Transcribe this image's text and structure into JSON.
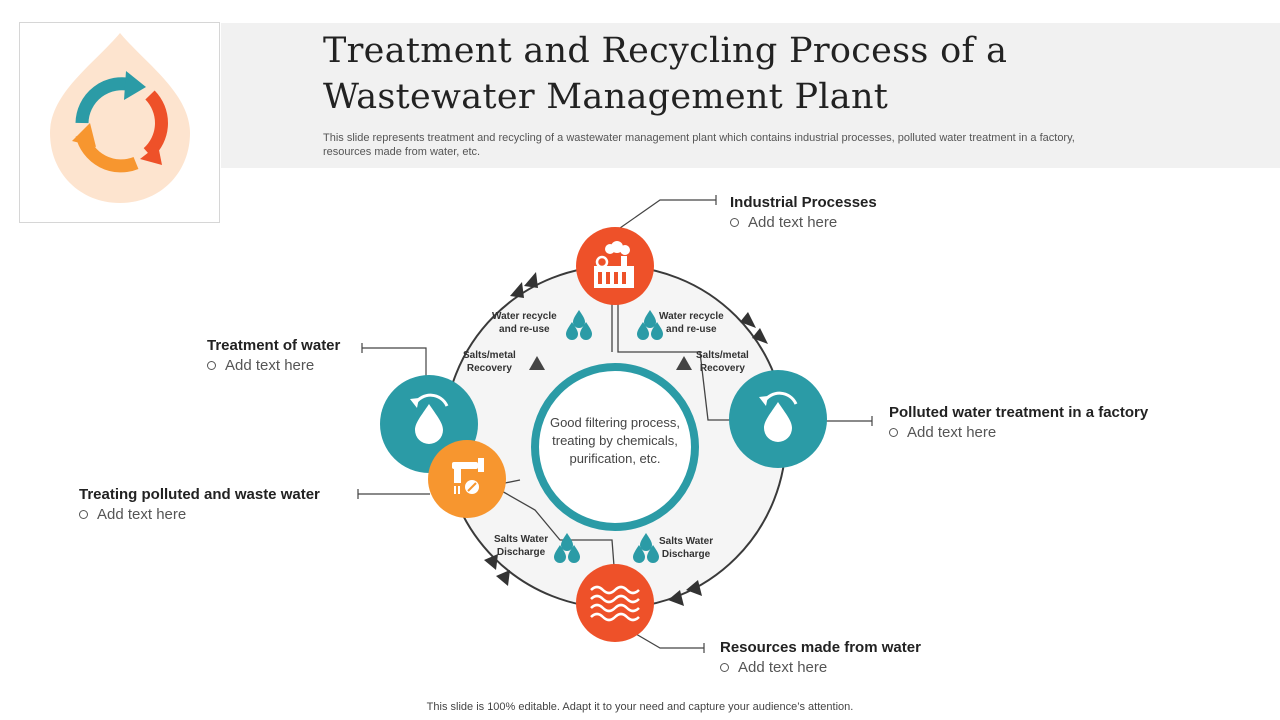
{
  "header": {
    "title_line1": "Treatment and Recycling Process of a",
    "title_line2": "Wastewater Management Plant",
    "subtitle": "This slide represents treatment and recycling of a wastewater management plant which contains industrial processes, polluted water treatment in a factory,  resources made from water, etc."
  },
  "center_text": "Good filtering process, treating by chemicals, purification, etc.",
  "callouts": {
    "industrial": {
      "title": "Industrial Processes",
      "body": "Add text here"
    },
    "polluted": {
      "title": "Polluted water treatment in a factory",
      "body": "Add text here"
    },
    "resources": {
      "title": "Resources  made from water",
      "body": "Add text here"
    },
    "treating": {
      "title": "Treating polluted and waste water",
      "body": "Add text here"
    },
    "treatment": {
      "title": "Treatment of water",
      "body": "Add text here"
    }
  },
  "segment_labels": {
    "recycle_left": "Water recycle\nand re-use",
    "recycle_right": "Water recycle\nand re-use",
    "salts_left": "Salts/metal\nRecovery",
    "salts_right": "Salts/metal\nRecovery",
    "discharge_left": "Salts Water\nDischarge",
    "discharge_right": "Salts Water\nDischarge"
  },
  "footer": "This slide is 100% editable. Adapt it to your need and capture your audience’s attention.",
  "colors": {
    "teal": "#2b9ba6",
    "orange_red": "#ee5129",
    "orange": "#f7962f",
    "ring": "#333333",
    "light_gray": "#f1f1f1"
  },
  "icons": {
    "logo": "recycle-arrows-icon",
    "industrial": "factory-icon",
    "polluted": "water-drop-cycle-icon",
    "resources": "water-waves-icon",
    "treating": "faucet-icon",
    "treatment": "water-drop-cycle-icon"
  }
}
